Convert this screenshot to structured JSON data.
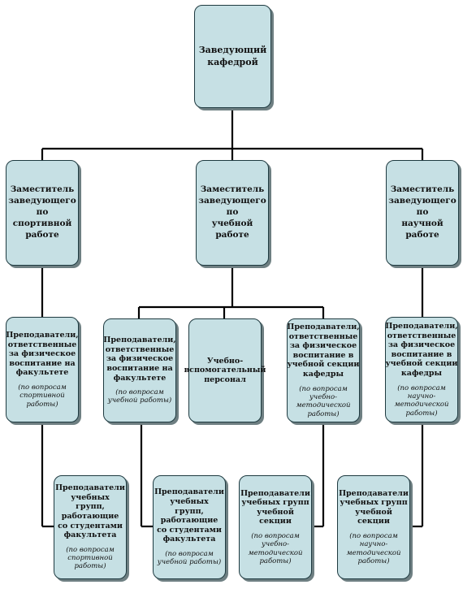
{
  "nodes": {
    "head": {
      "title": "Заведующий\nкафедрой"
    },
    "dep_sport": {
      "title": "Заместитель\nзаведующего\nпо\nспортивной\nработе"
    },
    "dep_edu": {
      "title": "Заместитель\nзаведующего\nпо\nучебной\nработе"
    },
    "dep_sci": {
      "title": "Заместитель\nзаведующего\nпо\nнаучной\nработе"
    },
    "t_sport_fac": {
      "title": "Преподаватели,\nответственные\nза физическое\nвоспитание на\nфакультете",
      "note": "(по вопросам\nспортивной\nработы)"
    },
    "t_edu_fac": {
      "title": "Преподаватели,\nответственные\nза физическое\nвоспитание на\nфакультете",
      "note": "(по вопросам\nучебной работы)"
    },
    "support_staff": {
      "title": "Учебно-\nвспомогательный\nперсонал"
    },
    "t_edu_sec": {
      "title": "Преподаватели,\nответственные\nза физическое\nвоспитание в\nучебной секции\nкафедры",
      "note": "(по вопросам\nучебно-\nметодической\nработы)"
    },
    "t_sci_sec": {
      "title": "Преподаватели,\nответственные\nза физическое\nвоспитание в\nучебной секции\nкафедры",
      "note": "(по вопросам\nнаучно-\nметодической\nработы)"
    },
    "g_sport": {
      "title": "Преподаватели\nучебных групп,\nработающие\nсо студентами\nфакультета",
      "note": "(по вопросам\nспортивной\nработы)"
    },
    "g_edu": {
      "title": "Преподаватели\nучебных групп,\nработающие\nсо студентами\nфакультета",
      "note": "(по вопросам\nучебной работы)"
    },
    "g_edu_sec": {
      "title": "Преподаватели\nучебных групп\nучебной секции",
      "note": "(по вопросам\nучебно-\nметодической\nработы)"
    },
    "g_sci_sec": {
      "title": "Преподаватели\nучебных групп\nучебной секции",
      "note": "(по вопросам\nнаучно-\nметодической\nработы)"
    }
  },
  "colors": {
    "box_fill": "#c6e0e4",
    "box_border": "#1e3a40",
    "shadow": "#6e7f82",
    "line": "#000000"
  }
}
